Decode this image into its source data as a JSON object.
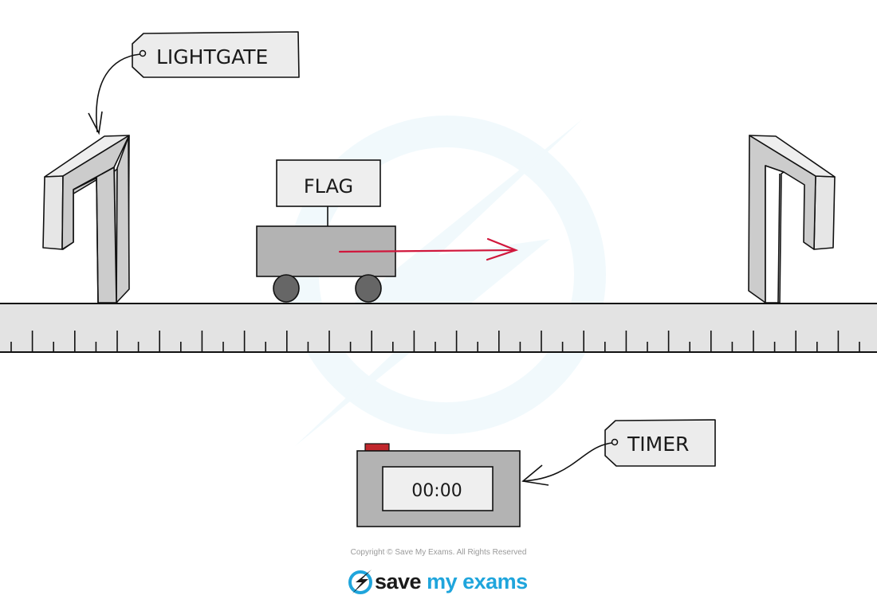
{
  "diagram": {
    "title": "Trolley on track with two light gates and timer",
    "labels": {
      "lightgate": "LIGHTGATE",
      "flag": "FLAG",
      "timer": "TIMER"
    },
    "timer_display": "00:00",
    "motion_direction": "right",
    "components": [
      "lightgate-left",
      "lightgate-right",
      "trolley",
      "flag",
      "track-ruler",
      "timer"
    ],
    "colors": {
      "arrow": "#d0173c",
      "timer_button": "#c1272d",
      "trolley_body": "#b3b3b3",
      "wheels": "#666666",
      "ruler": "#e3e3e3",
      "lightgate_face": "#e6e6e6",
      "lightgate_side": "#cccccc",
      "label_tag": "#ececec",
      "brand_blue": "#1fa5dc"
    }
  },
  "footer": {
    "copyright": "Copyright © Save My Exams. All Rights Reserved",
    "logo_word1": "save",
    "logo_word2": " my exams"
  }
}
